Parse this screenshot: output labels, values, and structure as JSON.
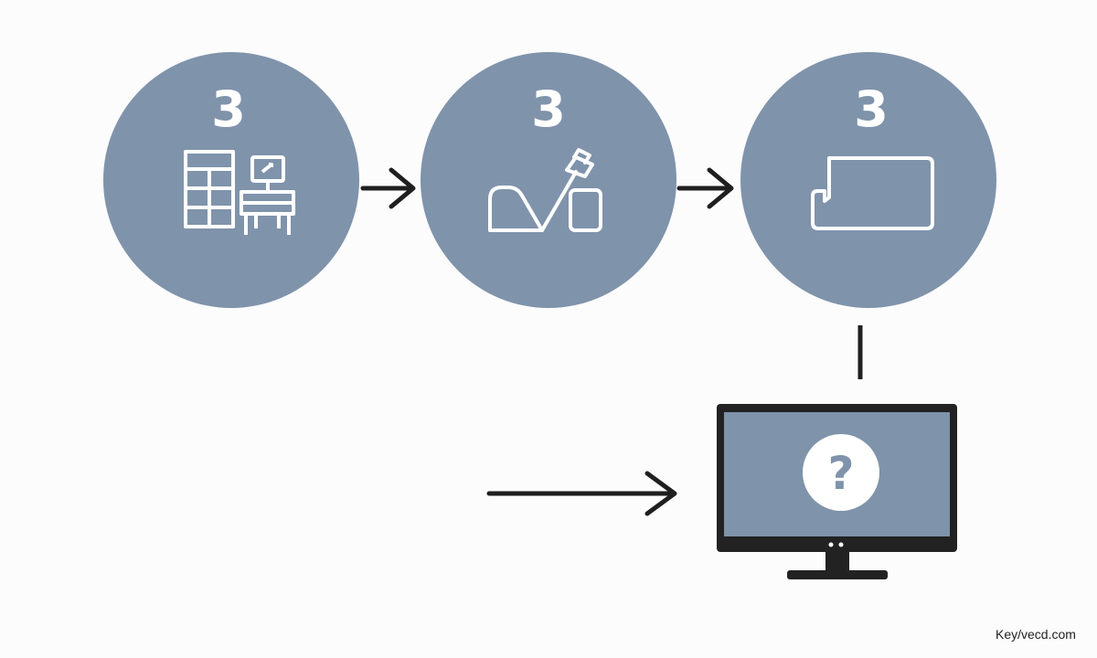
{
  "colors": {
    "circle_fill": "#7f93ab",
    "icon_stroke": "#ffffff",
    "arrow": "#1f1f1f",
    "monitor_frame": "#222222",
    "monitor_screen": "#7f93ab",
    "background": "#fcfcfd"
  },
  "steps": [
    {
      "number": "3",
      "icon": "grid-and-workstation-icon"
    },
    {
      "number": "3",
      "icon": "check-tools-icon"
    },
    {
      "number": "3",
      "icon": "frame-outline-icon"
    }
  ],
  "monitor": {
    "icon": "monitor-icon",
    "symbol": "?"
  },
  "watermark": "Key/vecd.com"
}
